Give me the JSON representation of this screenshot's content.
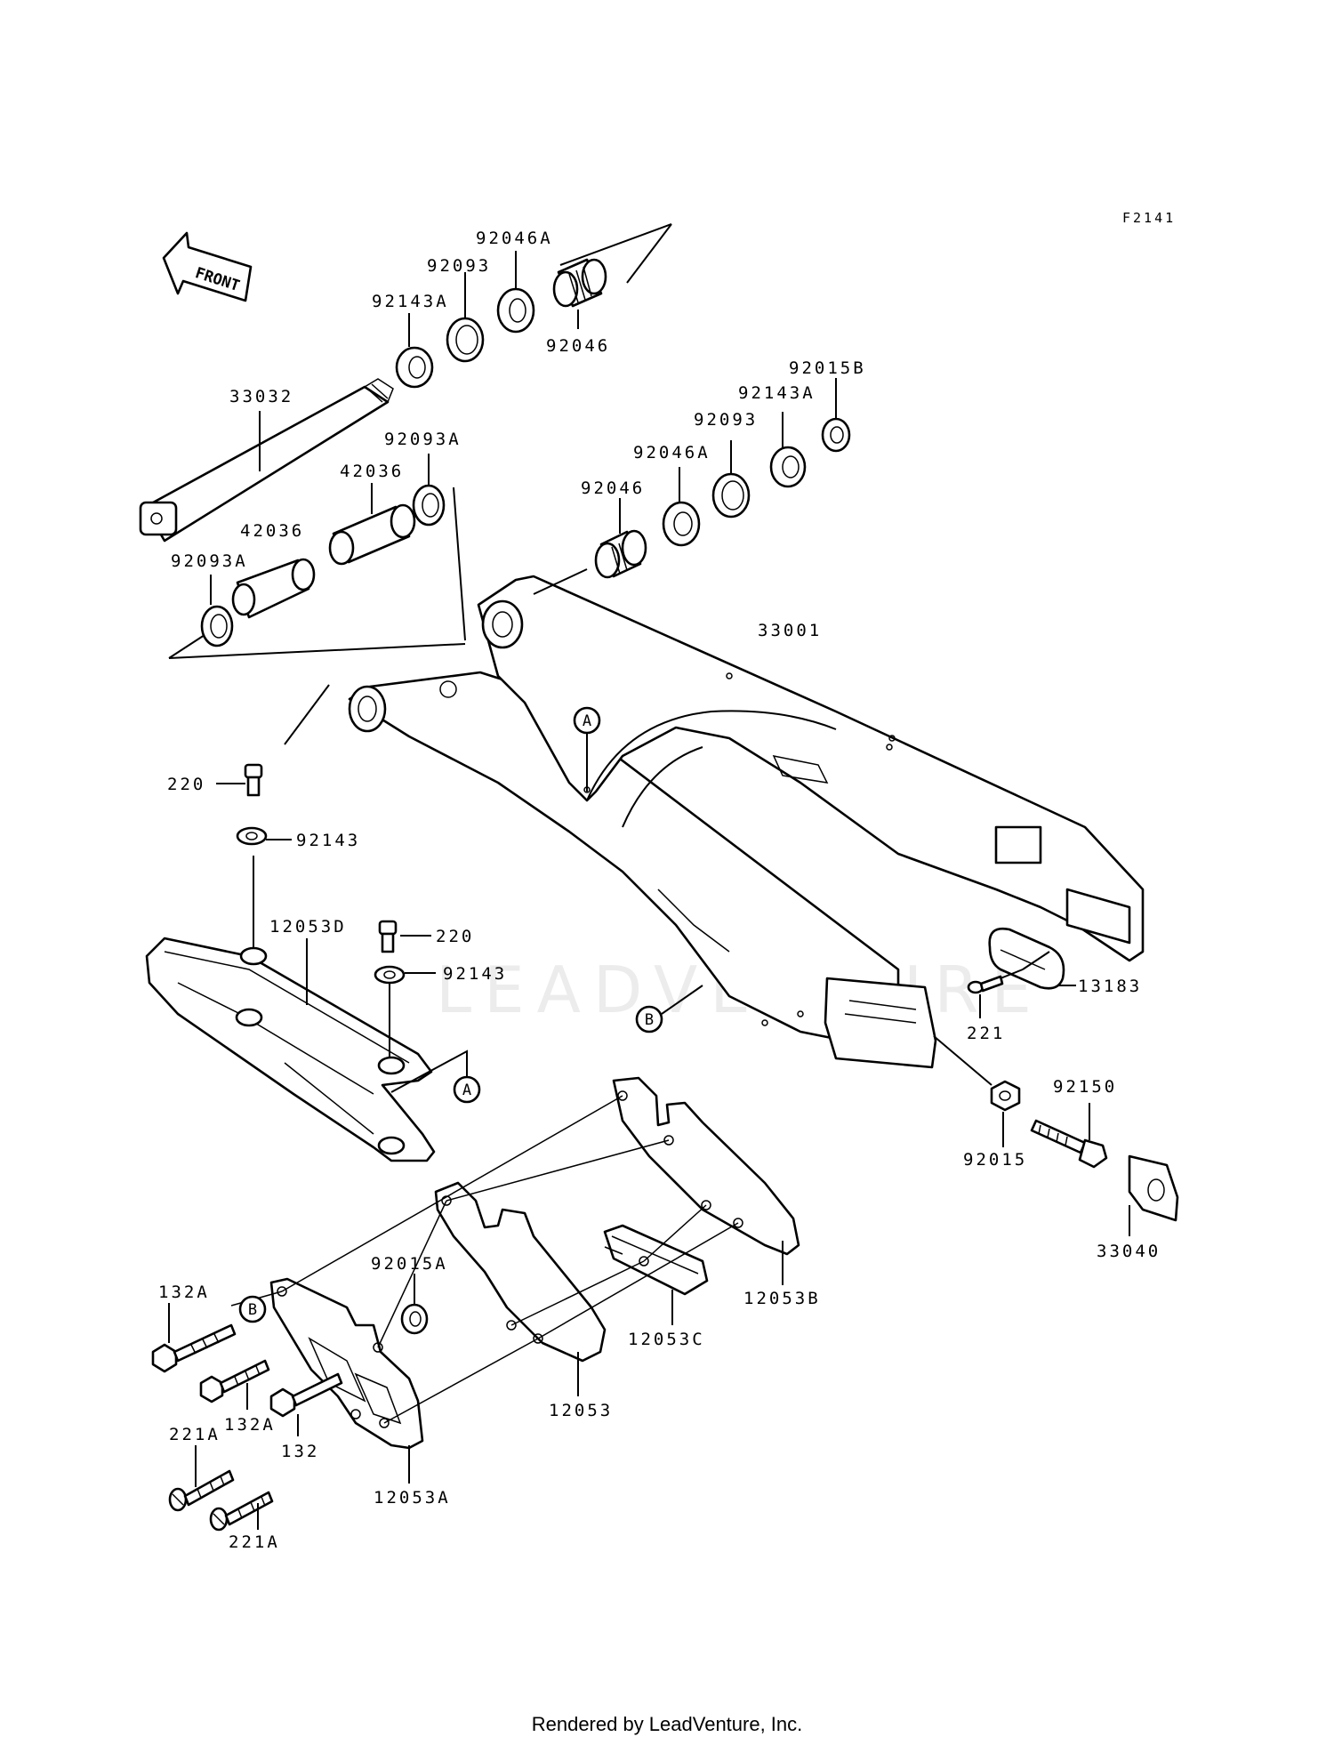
{
  "diagram_code": "F2141",
  "front_label": "FRONT",
  "watermark": "LEADVENTURE",
  "credit": "Rendered by LeadVenture, Inc.",
  "callouts": {
    "A": "A",
    "B": "B"
  },
  "labels": {
    "p92046A_top": "92046A",
    "p92093_top": "92093",
    "p92143A_top": "92143A",
    "p92046_top": "92046",
    "p33032": "33032",
    "p92015B": "92015B",
    "p92143A_right": "92143A",
    "p92093_right": "92093",
    "p92046A_right": "92046A",
    "p92093A_upper": "92093A",
    "p42036_upper": "42036",
    "p42036_lower": "42036",
    "p92046_right": "92046",
    "p92093A_lower": "92093A",
    "p33001": "33001",
    "p220_left": "220",
    "p92143_left": "92143",
    "p12053D": "12053D",
    "p220_mid": "220",
    "p92143_mid": "92143",
    "p13183": "13183",
    "p221": "221",
    "p92150": "92150",
    "p92015": "92015",
    "p33040": "33040",
    "p12053B": "12053B",
    "p12053C": "12053C",
    "p12053": "12053",
    "p132A_upper": "132A",
    "p92015A": "92015A",
    "p132A_lower": "132A",
    "p132": "132",
    "p221A_upper": "221A",
    "p221A_lower": "221A",
    "p12053A": "12053A"
  }
}
